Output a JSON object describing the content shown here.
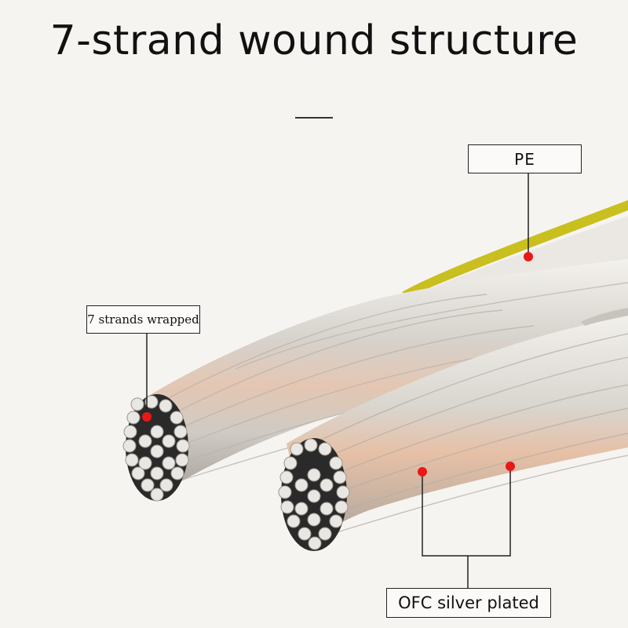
{
  "title": "7-strand wound structure",
  "labels": {
    "pe": "PE",
    "strands": "7 strands wrapped",
    "ofc": "OFC silver plated"
  },
  "colors": {
    "marker": "#e81818",
    "insulation": "#c9bf1e",
    "silver": "#d9d6d0",
    "copper": "#d9a483"
  }
}
